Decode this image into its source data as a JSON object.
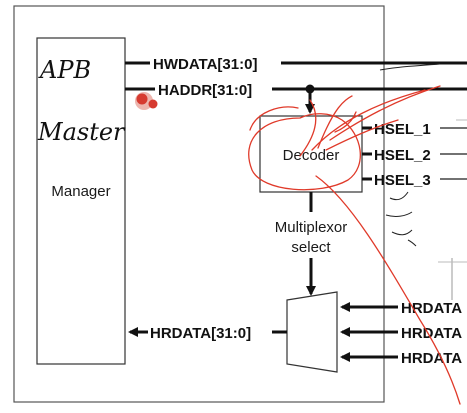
{
  "diagram": {
    "manager_label": "Manager",
    "handwritten_top": "APB",
    "handwritten_bottom": "Master",
    "signals": {
      "hwdata": "HWDATA[31:0]",
      "haddr": "HADDR[31:0]",
      "hrdata_out": "HRDATA[31:0]",
      "hsel": [
        "HSEL_1",
        "HSEL_2",
        "HSEL_3"
      ],
      "hrdata_in": [
        "HRDATA",
        "HRDATA",
        "HRDATA"
      ]
    },
    "decoder_label": "Decoder",
    "mux_select_line1": "Multiplexor",
    "mux_select_line2": "select"
  },
  "colors": {
    "ink": "#111111",
    "annotation_red": "#e03a2a",
    "pointer_red": "#d63a30",
    "box_gray": "#444444"
  }
}
